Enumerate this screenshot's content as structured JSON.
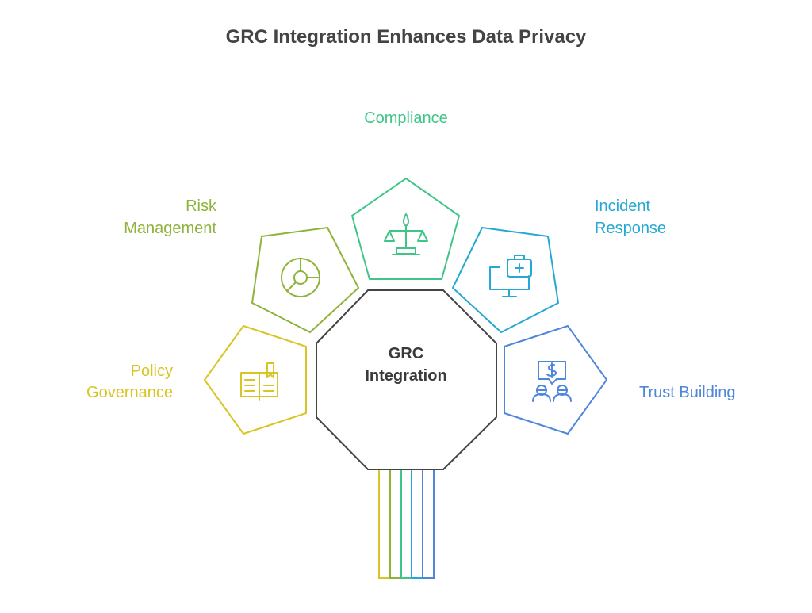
{
  "title": "GRC Integration Enhances Data Privacy",
  "center": {
    "line1": "GRC",
    "line2": "Integration",
    "color": "#444444"
  },
  "nodes": [
    {
      "id": "policy-governance",
      "line1": "Policy",
      "line2": "Governance",
      "color": "#D8C422",
      "icon": "book-icon"
    },
    {
      "id": "risk-management",
      "line1": "Risk",
      "line2": "Management",
      "color": "#8DB33A",
      "icon": "pie-chart-icon"
    },
    {
      "id": "compliance",
      "line1": "Compliance",
      "line2": "",
      "color": "#3EC587",
      "icon": "scales-icon"
    },
    {
      "id": "incident-response",
      "line1": "Incident",
      "line2": "Response",
      "color": "#24A8D4",
      "icon": "medical-monitor-icon"
    },
    {
      "id": "trust-building",
      "line1": "Trust Building",
      "line2": "",
      "color": "#4F86DB",
      "icon": "people-chat-icon"
    }
  ]
}
